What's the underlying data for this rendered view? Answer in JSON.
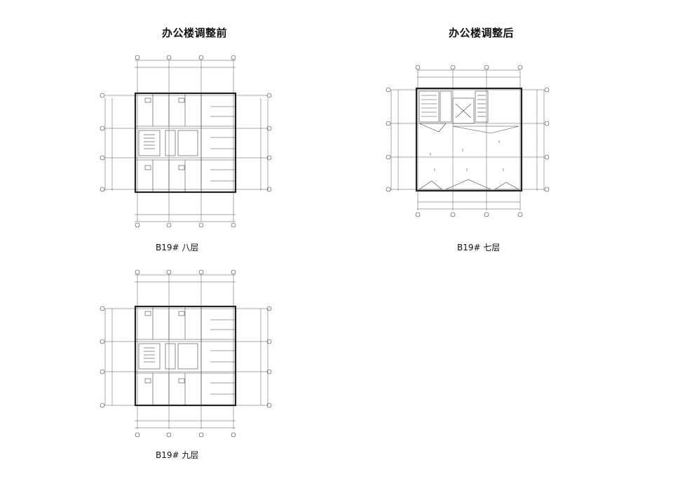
{
  "headings": {
    "before": "办公楼调整前",
    "after": "办公楼调整后"
  },
  "captions": {
    "floor8": "B19# 八层",
    "floor9": "B19# 九层",
    "floor7": "B19# 七层"
  }
}
